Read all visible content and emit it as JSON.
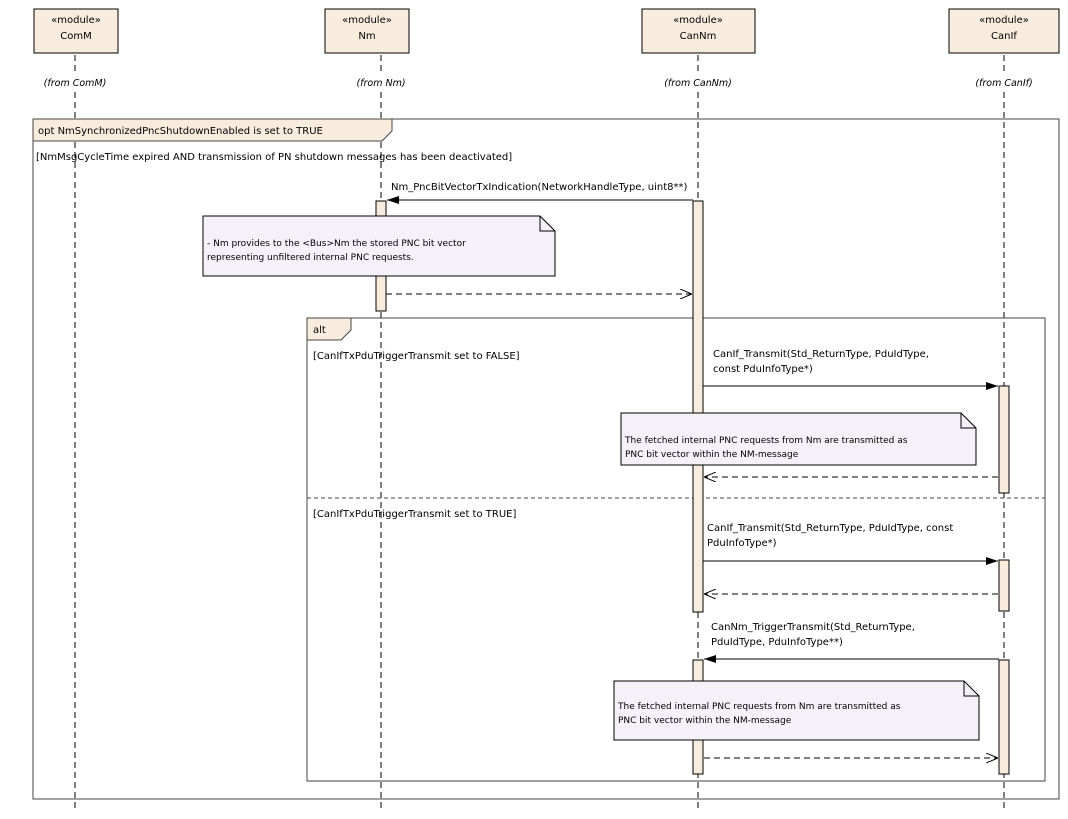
{
  "colors": {
    "module_fill": "#f8ecde",
    "activation_fill": "#f8ecde",
    "note_fill": "#f4f2f8",
    "line": "#000000",
    "frame_border": "#444444"
  },
  "lifelines": [
    {
      "id": "comm",
      "stereotype": "«module»",
      "name": "ComM",
      "from": "(from ComM)"
    },
    {
      "id": "nm",
      "stereotype": "«module»",
      "name": "Nm",
      "from": "(from Nm)"
    },
    {
      "id": "cannm",
      "stereotype": "«module»",
      "name": "CanNm",
      "from": "(from CanNm)"
    },
    {
      "id": "canif",
      "stereotype": "«module»",
      "name": "CanIf",
      "from": "(from CanIf)"
    }
  ],
  "opt_frame": {
    "label": "opt NmSynchronizedPncShutdownEnabled is set to TRUE",
    "guard": "[NmMsgCycleTime expired AND transmission of PN shutdown messages has been deactivated]"
  },
  "alt_frame": {
    "label": "alt",
    "guard1": "[CanIfTxPduTriggerTransmit set to FALSE]",
    "guard2": "[CanIfTxPduTriggerTransmit set to TRUE]"
  },
  "messages": {
    "m1": "Nm_PncBitVectorTxIndication(NetworkHandleType, uint8**)",
    "m2_line1": "CanIf_Transmit(Std_ReturnType, PduIdType,",
    "m2_line2": "const PduInfoType*)",
    "m3_line1": "CanIf_Transmit(Std_ReturnType, PduIdType, const",
    "m3_line2": "PduInfoType*)",
    "m4_line1": "CanNm_TriggerTransmit(Std_ReturnType,",
    "m4_line2": "PduIdType, PduInfoType**)"
  },
  "notes": {
    "n1_line1": "- Nm provides to the <Bus>Nm the stored PNC bit vector",
    "n1_line2": "representing unfiltered internal PNC requests.",
    "n2_line1": "The fetched internal PNC requests from Nm are transmitted as",
    "n2_line2": "PNC bit vector within the NM-message",
    "n3_line1": "The fetched internal PNC requests from Nm are transmitted as",
    "n3_line2": "PNC bit vector within the NM-message"
  }
}
